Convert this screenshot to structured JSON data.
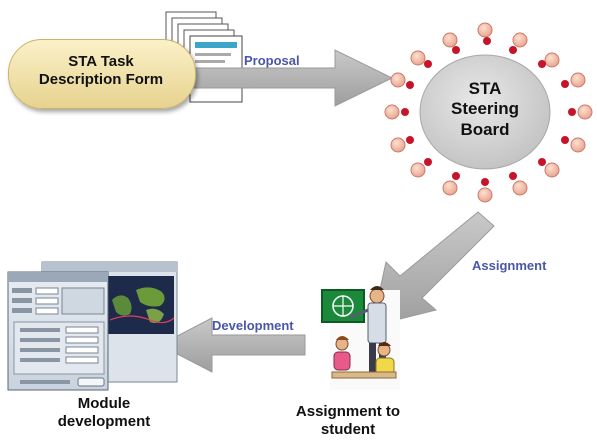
{
  "nodes": {
    "form": {
      "label_line1": "STA Task",
      "label_line2": "Description Form"
    },
    "board": {
      "label_line1": "STA",
      "label_line2": "Steering",
      "label_line3": "Board"
    },
    "student": {
      "label_line1": "Assignment to",
      "label_line2": "student"
    },
    "module": {
      "label_line1": "Module",
      "label_line2": "development"
    }
  },
  "edges": {
    "proposal": "Proposal",
    "assignment": "Assignment",
    "development": "Development"
  },
  "colors": {
    "pill_fill": "#f5e6a8",
    "arrow": "#b5b5b5",
    "board_fill": "#d3d3d3",
    "seat_red": "#c8142a",
    "edge_text": "#4a56a8"
  },
  "icons": {
    "form_stack": "document-stack-icon",
    "student": "teacher-students-clipart-icon",
    "module": "software-window-screenshot-icon"
  }
}
